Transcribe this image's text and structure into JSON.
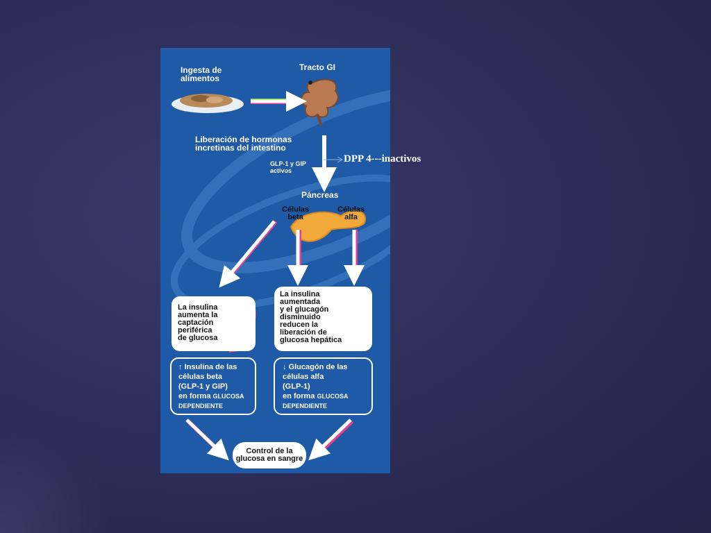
{
  "diagram": {
    "food_intake": "Ingesta de\nalimentos",
    "gi_tract": "Tracto GI",
    "hormone_release": "Liberación de hormonas\nincretinas del intestino",
    "active_hormones": "GLP-1 y GIP\nactivos",
    "pancreas": "Páncreas",
    "beta_cells": "Células\nbeta",
    "alpha_cells": "Células\nalfa",
    "box_peripheral": "La insulina\naumenta la\ncaptación\nperiférica\nde glucosa",
    "box_hepatic": "La insulina\naumentada\ny el glucagón\ndisminuido\nreducen la\nliberación de\nglucosa hepática",
    "insulin_beta": {
      "arrow": "↑",
      "line1": "Insulina de las",
      "line2": "células beta",
      "line3": "(GLP-1 y GIP)",
      "line4": "en forma ",
      "caps1": "GLUCOSA",
      "caps2": "DEPENDIENTE"
    },
    "glucagon_alpha": {
      "arrow": "↓",
      "line1": "Glucagón de las",
      "line2": "células alfa",
      "line3": "(GLP-1)",
      "line4": "en forma ",
      "caps1": "GLUCOSA",
      "caps2": "DEPENDIENTE"
    },
    "glucose_control": "Control de la\nglucosa en sangre"
  },
  "annotation": {
    "text": "DPP 4---inactivos"
  },
  "colors": {
    "panel_blue": "#1f5aa6",
    "arrow_white": "#ffffff",
    "arrow_shadow_pink": "#e83e8c",
    "arrow_shadow_green": "#7fd34a"
  }
}
